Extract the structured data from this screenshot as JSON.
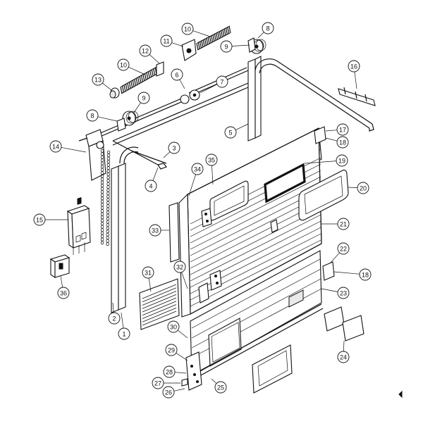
{
  "callouts": [
    {
      "id": "c1",
      "label": "1"
    },
    {
      "id": "c2",
      "label": "2"
    },
    {
      "id": "c3",
      "label": "3"
    },
    {
      "id": "c4",
      "label": "4"
    },
    {
      "id": "c5",
      "label": "5"
    },
    {
      "id": "c6",
      "label": "6"
    },
    {
      "id": "c7",
      "label": "7"
    },
    {
      "id": "c8a",
      "label": "8"
    },
    {
      "id": "c8b",
      "label": "8"
    },
    {
      "id": "c9a",
      "label": "9"
    },
    {
      "id": "c9b",
      "label": "9"
    },
    {
      "id": "c10a",
      "label": "10"
    },
    {
      "id": "c10b",
      "label": "10"
    },
    {
      "id": "c11",
      "label": "11"
    },
    {
      "id": "c12",
      "label": "12"
    },
    {
      "id": "c13",
      "label": "13"
    },
    {
      "id": "c14",
      "label": "14"
    },
    {
      "id": "c15",
      "label": "15"
    },
    {
      "id": "c16",
      "label": "16"
    },
    {
      "id": "c17",
      "label": "17"
    },
    {
      "id": "c18a",
      "label": "18"
    },
    {
      "id": "c18b",
      "label": "18"
    },
    {
      "id": "c19",
      "label": "19"
    },
    {
      "id": "c20",
      "label": "20"
    },
    {
      "id": "c21",
      "label": "21"
    },
    {
      "id": "c22",
      "label": "22"
    },
    {
      "id": "c23",
      "label": "23"
    },
    {
      "id": "c24",
      "label": "24"
    },
    {
      "id": "c25",
      "label": "25"
    },
    {
      "id": "c26",
      "label": "26"
    },
    {
      "id": "c27",
      "label": "27"
    },
    {
      "id": "c28",
      "label": "28"
    },
    {
      "id": "c29",
      "label": "29"
    },
    {
      "id": "c30",
      "label": "30"
    },
    {
      "id": "c31",
      "label": "31"
    },
    {
      "id": "c32",
      "label": "32"
    },
    {
      "id": "c33",
      "label": "33"
    },
    {
      "id": "c34",
      "label": "34"
    },
    {
      "id": "c35",
      "label": "35"
    },
    {
      "id": "c36",
      "label": "36"
    }
  ]
}
